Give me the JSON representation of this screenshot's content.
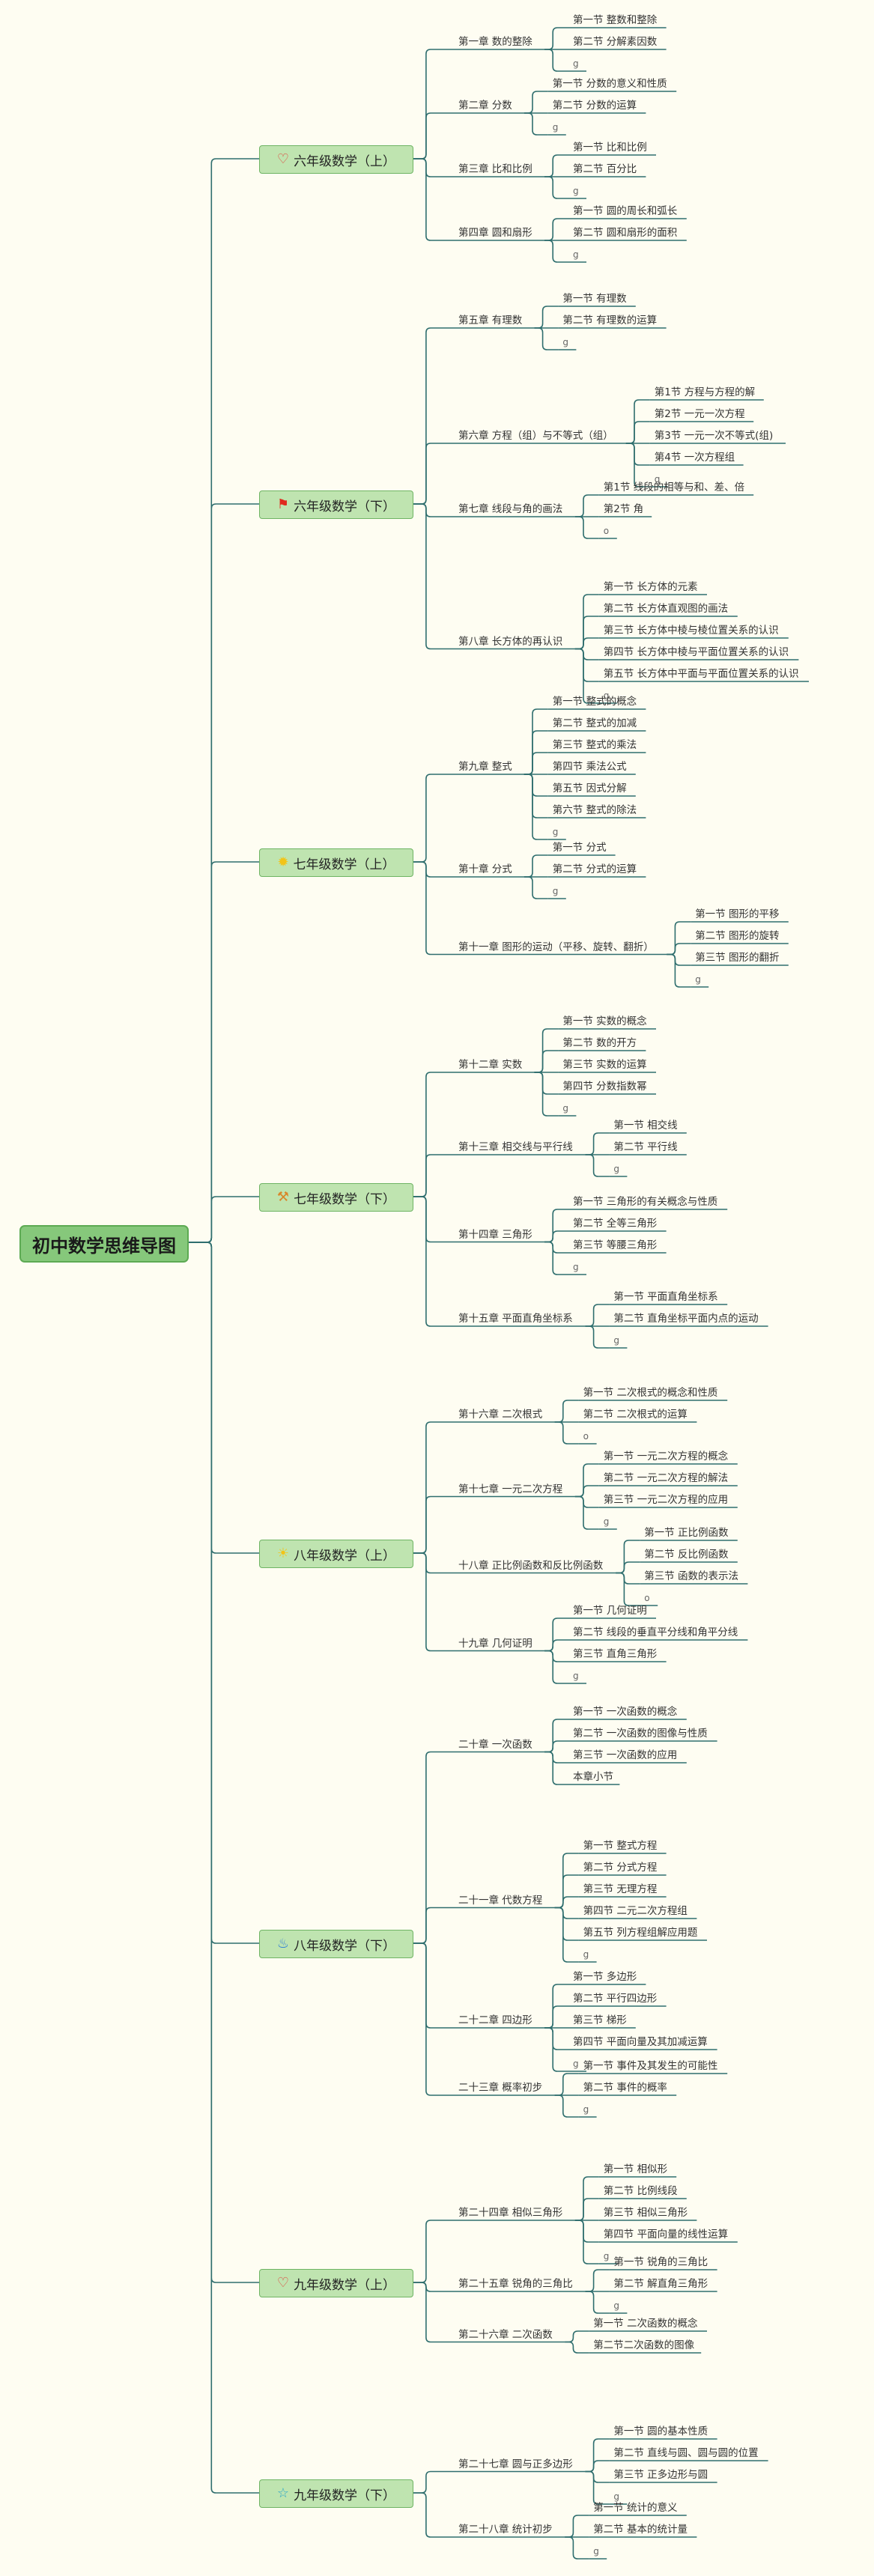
{
  "root": {
    "label": "初中数学思维导图"
  },
  "grades": [
    {
      "label": "六年级数学（上）",
      "icon": "heart-icon",
      "glyph": "♡",
      "color": "#E0403A",
      "chapters": [
        {
          "label": "第一章 数的整除",
          "sections": [
            "第一节 整数和整除",
            "第二节 分解素因数",
            "g"
          ]
        },
        {
          "label": "第二章 分数",
          "sections": [
            "第一节 分数的意义和性质",
            "第二节 分数的运算",
            "g"
          ]
        },
        {
          "label": "第三章 比和比例",
          "sections": [
            "第一节 比和比例",
            "第二节 百分比",
            "g"
          ]
        },
        {
          "label": "第四章 圆和扇形",
          "sections": [
            "第一节 圆的周长和弧长",
            "第二节 圆和扇形的面积",
            "g"
          ]
        }
      ]
    },
    {
      "label": "六年级数学（下）",
      "icon": "flag-icon",
      "glyph": "⚑",
      "color": "#E02A1E",
      "chapters": [
        {
          "label": "第五章 有理数",
          "sections": [
            "第一节 有理数",
            "第二节 有理数的运算",
            "g"
          ]
        },
        {
          "label": "第六章 方程（组）与不等式（组）",
          "sections": [
            "第1节 方程与方程的解",
            "第2节 一元一次方程",
            "第3节 一元一次不等式(组)",
            "第4节 一次方程组",
            "g"
          ]
        },
        {
          "label": "第七章 线段与角的画法",
          "sections": [
            "第1节 线段的相等与和、差、倍",
            "第2节 角",
            "o"
          ]
        },
        {
          "label": "第八章 长方体的再认识",
          "sections": [
            "第一节 长方体的元素",
            "第二节 长方体直观图的画法",
            "第三节 长方体中棱与棱位置关系的认识",
            "第四节 长方体中棱与平面位置关系的认识",
            "第五节 长方体中平面与平面位置关系的认识",
            "g"
          ]
        }
      ]
    },
    {
      "label": "七年级数学（上）",
      "icon": "sun-icon",
      "glyph": "✹",
      "color": "#F2C418",
      "chapters": [
        {
          "label": "第九章 整式",
          "sections": [
            "第一节 整式的概念",
            "第二节 整式的加减",
            "第三节 整式的乘法",
            "第四节 乘法公式",
            "第五节 因式分解",
            "第六节 整式的除法",
            "g"
          ]
        },
        {
          "label": "第十章 分式",
          "sections": [
            "第一节 分式",
            "第二节 分式的运算",
            "g"
          ]
        },
        {
          "label": "第十一章 图形的运动（平移、旋转、翻折）",
          "sections": [
            "第一节 图形的平移",
            "第二节 图形的旋转",
            "第三节 图形的翻折",
            "g"
          ]
        }
      ]
    },
    {
      "label": "七年级数学（下）",
      "icon": "tools-icon",
      "glyph": "⚒",
      "color": "#D9862A",
      "chapters": [
        {
          "label": "第十二章 实数",
          "sections": [
            "第一节 实数的概念",
            "第二节 数的开方",
            "第三节 实数的运算",
            "第四节 分数指数幂",
            "g"
          ]
        },
        {
          "label": "第十三章 相交线与平行线",
          "sections": [
            "第一节 相交线",
            "第二节 平行线",
            "g"
          ]
        },
        {
          "label": "第十四章 三角形",
          "sections": [
            "第一节 三角形的有关概念与性质",
            "第二节 全等三角形",
            "第三节 等腰三角形",
            "g"
          ]
        },
        {
          "label": "第十五章 平面直角坐标系",
          "sections": [
            "第一节 平面直角坐标系",
            "第二节 直角坐标平面内点的运动",
            "g"
          ]
        }
      ]
    },
    {
      "label": "八年级数学（上）",
      "icon": "sun-face-icon",
      "glyph": "☀",
      "color": "#F2C418",
      "chapters": [
        {
          "label": "第十六章 二次根式",
          "sections": [
            "第一节 二次根式的概念和性质",
            "第二节 二次根式的运算",
            "o"
          ]
        },
        {
          "label": "第十七章 一元二次方程",
          "sections": [
            "第一节 一元二次方程的概念",
            "第二节 一元二次方程的解法",
            "第三节 一元二次方程的应用",
            "g"
          ]
        },
        {
          "label": "十八章 正比例函数和反比例函数",
          "sections": [
            "第一节 正比例函数",
            "第二节 反比例函数",
            "第三节 函数的表示法",
            "o"
          ]
        },
        {
          "label": "十九章 几何证明",
          "sections": [
            "第一节 几何证明",
            "第二节 线段的垂直平分线和角平分线",
            "第三节 直角三角形",
            "g"
          ]
        }
      ]
    },
    {
      "label": "八年级数学（下）",
      "icon": "flame-icon",
      "glyph": "♨",
      "color": "#2F7FD8",
      "chapters": [
        {
          "label": "二十章 一次函数",
          "sections": [
            "第一节 一次函数的概念",
            "第二节 一次函数的图像与性质",
            "第三节 一次函数的应用",
            "本章小节"
          ]
        },
        {
          "label": "二十一章 代数方程",
          "sections": [
            "第一节 整式方程",
            "第二节 分式方程",
            "第三节 无理方程",
            "第四节 二元二次方程组",
            "第五节 列方程组解应用题",
            "g"
          ]
        },
        {
          "label": "二十二章 四边形",
          "sections": [
            "第一节 多边形",
            "第二节 平行四边形",
            "第三节 梯形",
            "第四节 平面向量及其加减运算",
            "g"
          ]
        },
        {
          "label": "二十三章 概率初步",
          "sections": [
            "第一节 事件及其发生的可能性",
            "第二节 事件的概率",
            "g"
          ]
        }
      ]
    },
    {
      "label": "九年级数学（上）",
      "icon": "heart-icon",
      "glyph": "♡",
      "color": "#E0403A",
      "chapters": [
        {
          "label": "第二十四章 相似三角形",
          "sections": [
            "第一节 相似形",
            "第二节 比例线段",
            "第三节 相似三角形",
            "第四节 平面向量的线性运算",
            "g"
          ]
        },
        {
          "label": "第二十五章 锐角的三角比",
          "sections": [
            "第一节 锐角的三角比",
            "第二节 解直角三角形",
            "g"
          ]
        },
        {
          "label": "第二十六章 二次函数",
          "sections": [
            "第一节 二次函数的概念",
            "第二节二次函数的图像"
          ]
        }
      ]
    },
    {
      "label": "九年级数学（下）",
      "icon": "star-icon",
      "glyph": "☆",
      "color": "#2FA8C8",
      "chapters": [
        {
          "label": "第二十七章 圆与正多边形",
          "sections": [
            "第一节 圆的基本性质",
            "第二节 直线与圆、圆与圆的位置",
            "第三节 正多边形与圆",
            "g"
          ]
        },
        {
          "label": "第二十八章 统计初步",
          "sections": [
            "第一节 统计的意义",
            "第二节 基本的统计量",
            "g"
          ]
        }
      ]
    }
  ]
}
